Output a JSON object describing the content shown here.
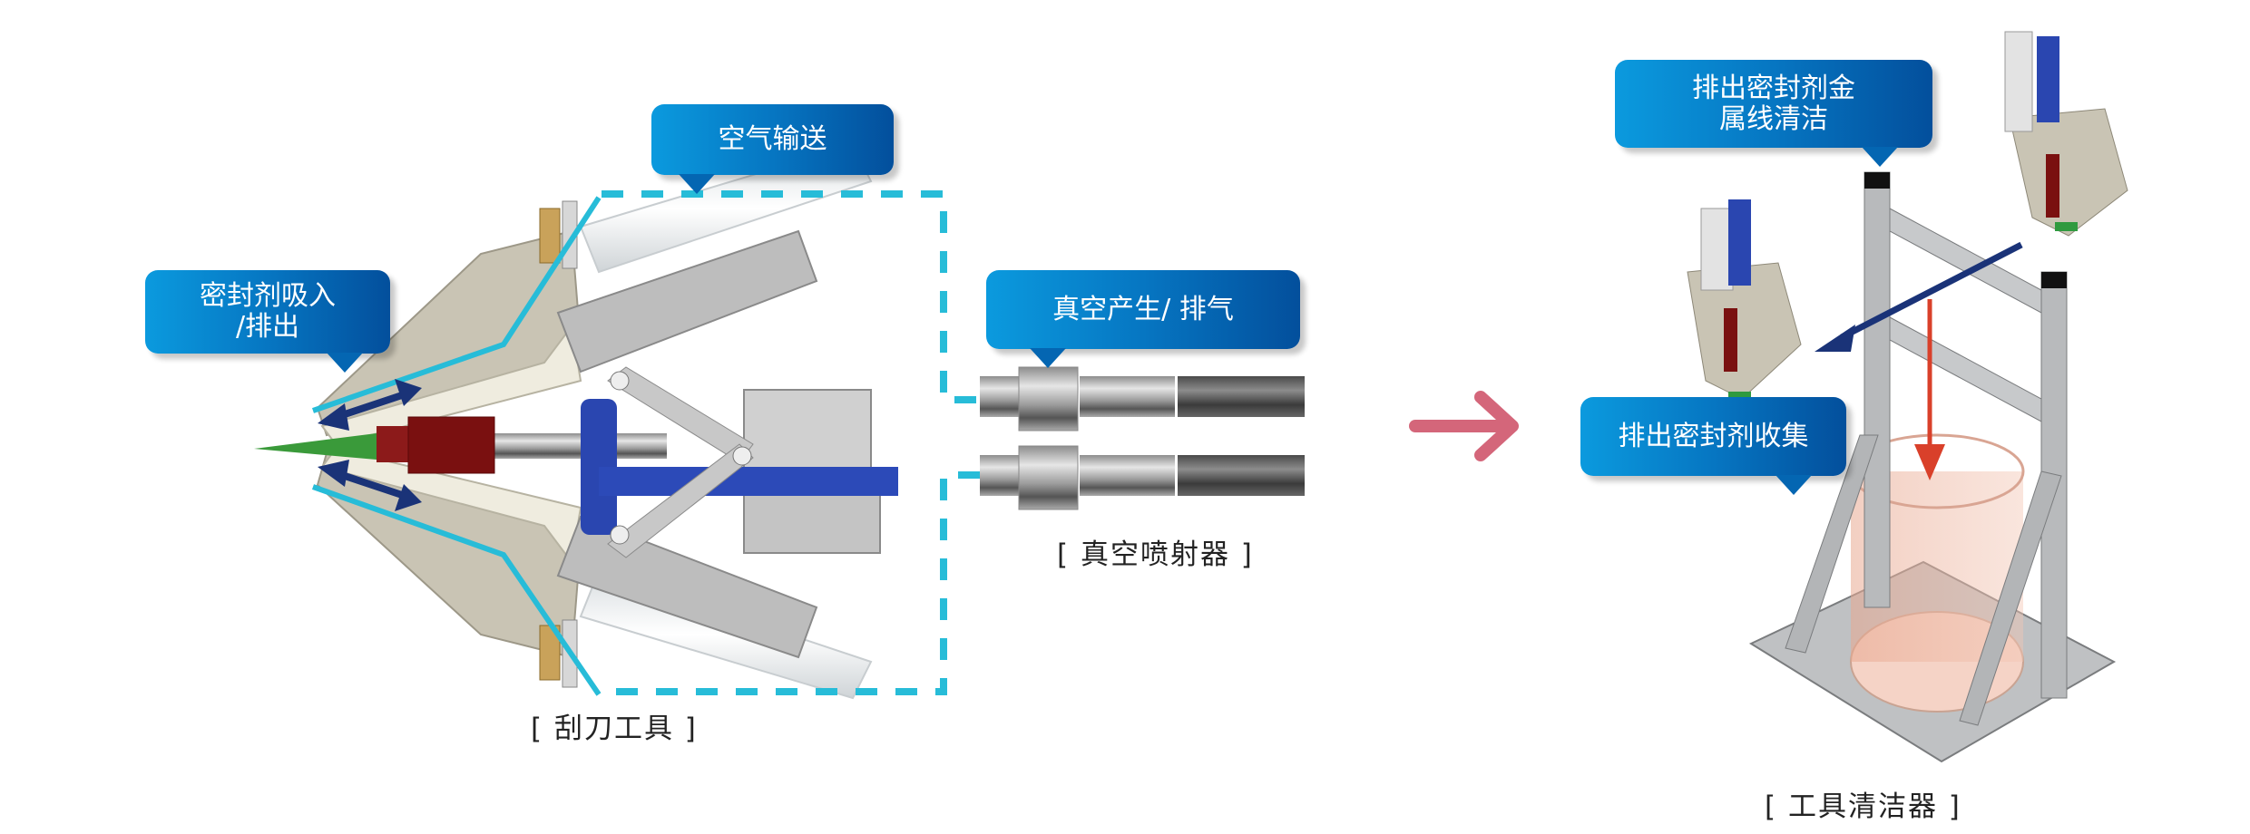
{
  "left_section": {
    "bubbles": {
      "intake": "密封剂吸入\n/排出",
      "intake_line1": "密封剂吸入",
      "intake_line2": "/排出",
      "air": "空气输送",
      "vacuum": "真空产生/ 排气"
    },
    "captions": {
      "scraper_tool": "[ 刮刀工具 ]",
      "vacuum_ejector": "[ 真空喷射器 ]"
    }
  },
  "right_section": {
    "bubbles": {
      "wire_clean_line1": "排出密封剂金",
      "wire_clean_line2": "属线清洁",
      "collect": "排出密封剂收集"
    },
    "captions": {
      "tool_cleaner": "[ 工具清洁器 ]"
    }
  },
  "colors": {
    "bubble_start": "#0b9ade",
    "bubble_end": "#034f9c",
    "dash_line": "#27bcd8",
    "flow_arrow": "#1a3378",
    "transition_arrow": "#d4667a",
    "drop_arrow": "#d9402a"
  }
}
